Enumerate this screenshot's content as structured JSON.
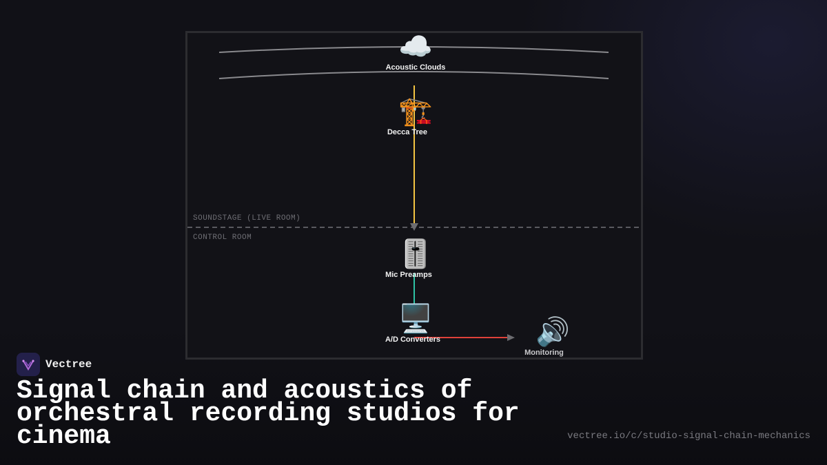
{
  "diagram": {
    "zones": {
      "upper": "SOUNDSTAGE (LIVE ROOM)",
      "lower": "CONTROL ROOM"
    },
    "nodes": {
      "clouds": {
        "label": "Acoustic Clouds",
        "icon": "cloud-icon",
        "glyph": "☁️"
      },
      "decca": {
        "label": "Decca Tree",
        "icon": "construction-crane-icon",
        "glyph": "🏗️"
      },
      "preamps": {
        "label": "Mic Preamps",
        "icon": "level-slider-icon",
        "glyph": "🎚️"
      },
      "converters": {
        "label": "A/D Converters",
        "icon": "desktop-computer-icon",
        "glyph": "🖥️"
      },
      "monitoring": {
        "label": "Monitoring",
        "icon": "speaker-icon",
        "glyph": "🔊"
      }
    },
    "colors": {
      "decca_to_preamps": "#f5c542",
      "preamps_to_converters": "#2ec4a6",
      "converters_to_monitoring": "#e0413a",
      "cloud_arcs": "#8a8a8e"
    }
  },
  "brand": {
    "name": "Vectree"
  },
  "title": "Signal chain and acoustics of orchestral recording studios for cinema",
  "url": "vectree.io/c/studio-signal-chain-mechanics"
}
